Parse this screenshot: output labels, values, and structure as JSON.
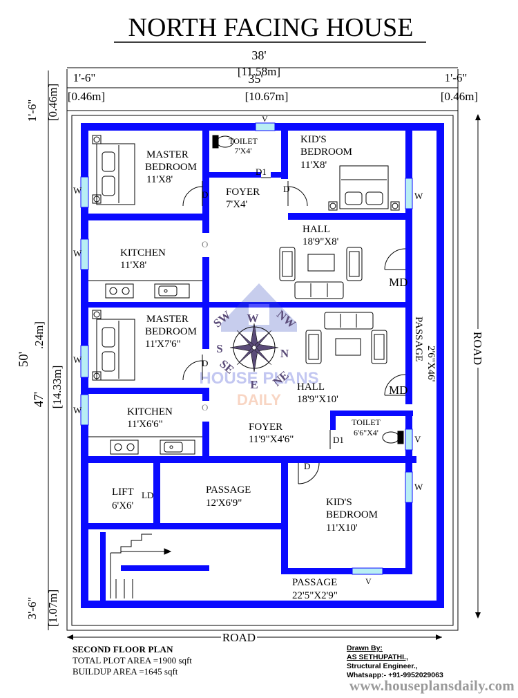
{
  "title": "NORTH FACING HOUSE",
  "dimensions": {
    "total_width_ft": "38'",
    "total_width_m": "[11.58m]",
    "inner_width_ft": "35'",
    "inner_width_m": "[10.67m]",
    "left_setback_ft": "1'-6\"",
    "left_setback_m": "[0.46m]",
    "right_setback_ft": "1'-6\"",
    "right_setback_m": "[0.46m]",
    "total_depth_ft": "50'",
    "inner_depth_ft": "47'",
    "inner_depth_m": "[14.33m]",
    "inner_depth_m_partial": ".24m]",
    "top_setback_ft": "1'-6\"",
    "top_setback_m": "[0.46m]",
    "bottom_setback_ft": "3'-6\"",
    "bottom_setback_m": "[1.07m]"
  },
  "roads": {
    "bottom": "ROAD",
    "right": "ROAD"
  },
  "rooms": {
    "master_bedroom_1": {
      "name": "MASTER",
      "name2": "BEDROOM",
      "size": "11'X8'"
    },
    "toilet_1": {
      "name": "TOILET",
      "size": "7'X4'"
    },
    "kids_bedroom_1": {
      "name": "KID'S",
      "name2": "BEDROOM",
      "size": "11'X8'"
    },
    "foyer_1": {
      "name": "FOYER",
      "size": "7'X4'"
    },
    "hall_1": {
      "name": "HALL",
      "size": "18'9\"X8'"
    },
    "kitchen_1": {
      "name": "KITCHEN",
      "size": "11'X8'"
    },
    "master_bedroom_2": {
      "name": "MASTER",
      "name2": "BEDROOM",
      "size": "11'X7'6\""
    },
    "hall_2": {
      "name": "HALL",
      "size": "18'9\"X10'"
    },
    "passage_right": {
      "name": "PASSAGE",
      "size": "2'6\"X46'"
    },
    "kitchen_2": {
      "name": "KITCHEN",
      "size": "11'X6'6\""
    },
    "foyer_2": {
      "name": "FOYER",
      "size": "11'9\"X4'6\""
    },
    "toilet_2": {
      "name": "TOILET",
      "size": "6'6\"X4'"
    },
    "lift": {
      "name": "LIFT",
      "size": "6'X6'",
      "door": "LD"
    },
    "passage_mid": {
      "name": "PASSAGE",
      "size": "12'X6'9\""
    },
    "kids_bedroom_2": {
      "name": "KID'S",
      "name2": "BEDROOM",
      "size": "11'X10'"
    },
    "passage_bottom": {
      "name": "PASSAGE",
      "size": "22'5\"X2'9\""
    }
  },
  "marks": {
    "window": "W",
    "ventilator": "V",
    "door": "D",
    "toilet_door": "D1",
    "main_door": "MD",
    "opening": "O"
  },
  "compass": {
    "n": "N",
    "s": "S",
    "e": "E",
    "w": "W",
    "ne": "NE",
    "nw": "NW",
    "se": "SE",
    "sw": "SW"
  },
  "watermark": {
    "line1": "HOUSE PLANS",
    "line2": "DAILY"
  },
  "footer": {
    "plan_name": "SECOND FLOOR PLAN",
    "plot_area": "TOTAL PLOT AREA =1900 sqft",
    "buildup_area": "BUILDUP AREA =1645 sqft",
    "drawn_by_label": "Drawn By:",
    "author": "AS SETHUPATHI.,",
    "role": "Structural Engineer.,",
    "whatsapp": "Whatsapp:- +91-9952029063"
  },
  "website": "www.houseplansdaily.com",
  "colors": {
    "wall": "#0a0aff",
    "window": "#b8eef4",
    "background": "#ffffff",
    "ink": "#000000",
    "watermark": "#9a9a9a"
  }
}
